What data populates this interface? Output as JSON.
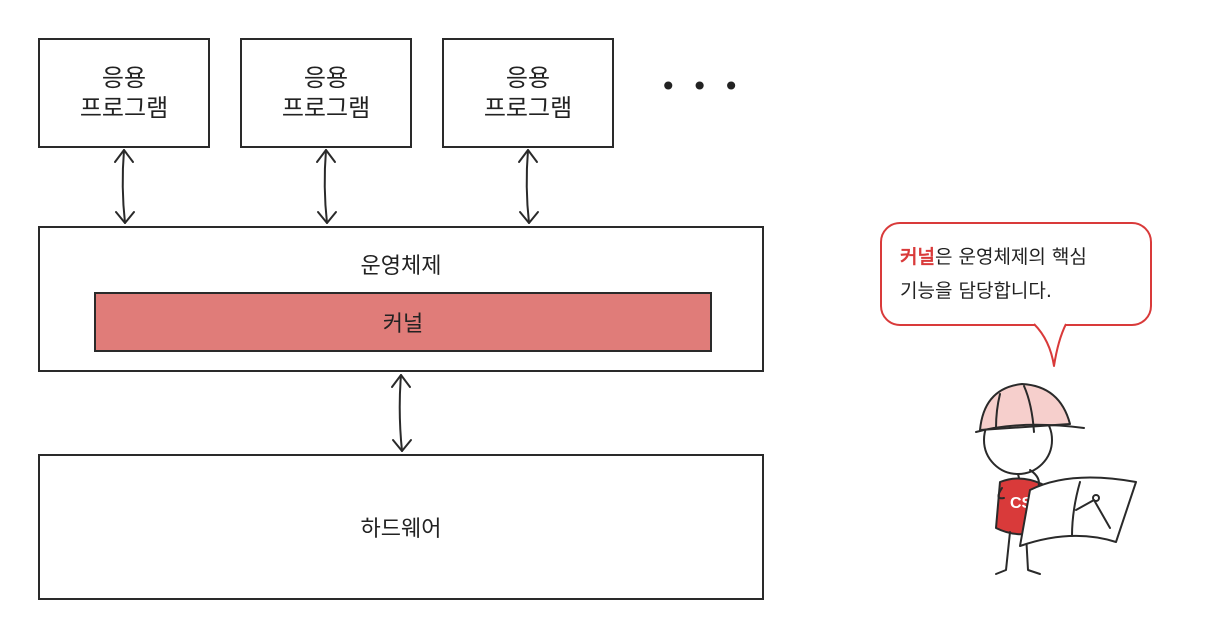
{
  "apps": [
    {
      "line1": "응용",
      "line2": "프로그램"
    },
    {
      "line1": "응용",
      "line2": "프로그램"
    },
    {
      "line1": "응용",
      "line2": "프로그램"
    }
  ],
  "ellipsis": "• • •",
  "os_label": "운영체제",
  "kernel_label": "커널",
  "hardware_label": "하드웨어",
  "bubble": {
    "highlight": "커널",
    "line1_rest": "은 운영체제의 핵심",
    "line2": "기능을 담당합니다."
  },
  "character": {
    "shirt_text": "CS"
  },
  "colors": {
    "kernel_fill": "#e07c79",
    "accent_red": "#d93a3a"
  }
}
